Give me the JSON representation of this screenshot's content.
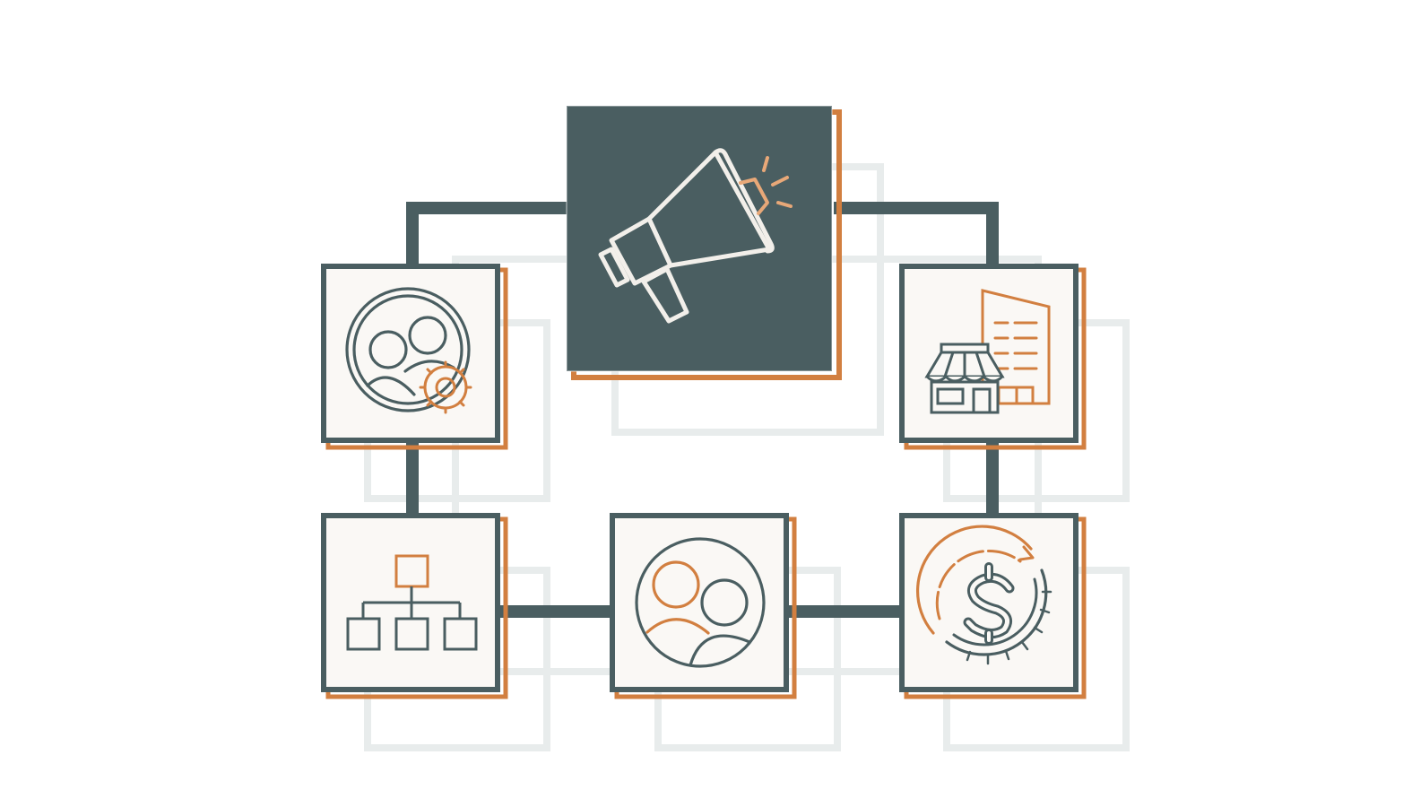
{
  "colors": {
    "background": "#ffffff",
    "slate": "#4a5e61",
    "accent_orange": "#d27f40",
    "card_fill": "#faf8f5",
    "icon_on_dark": "#f2efea",
    "shadow": "#e3e8e8"
  },
  "nodes": [
    {
      "name": "center-node",
      "icon": "megaphone-icon",
      "style": "dark"
    },
    {
      "name": "node-team-settings",
      "icon": "team-gear-icon",
      "style": "light"
    },
    {
      "name": "node-storefront",
      "icon": "storefront-building-icon",
      "style": "light"
    },
    {
      "name": "node-org-chart",
      "icon": "org-chart-icon",
      "style": "light"
    },
    {
      "name": "node-people",
      "icon": "people-circle-icon",
      "style": "light"
    },
    {
      "name": "node-dollar-cycle",
      "icon": "dollar-cycle-icon",
      "style": "light"
    }
  ]
}
